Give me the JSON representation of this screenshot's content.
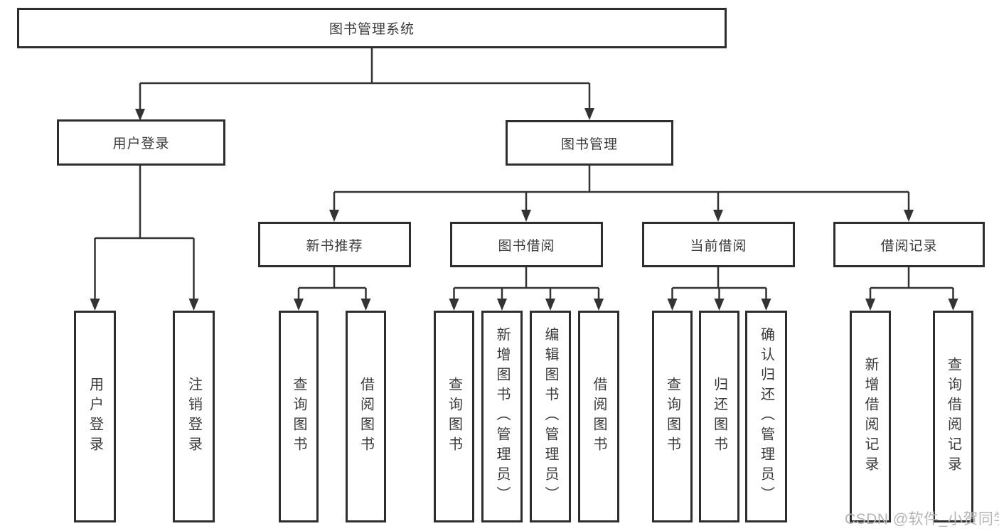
{
  "tree": {
    "label": "图书管理系统",
    "children": [
      {
        "label": "用户登录",
        "children": [
          {
            "label": "用户登录"
          },
          {
            "label": "注销登录"
          }
        ]
      },
      {
        "label": "图书管理",
        "children": [
          {
            "label": "新书推荐",
            "children": [
              {
                "label": "查询图书"
              },
              {
                "label": "借阅图书"
              }
            ]
          },
          {
            "label": "图书借阅",
            "children": [
              {
                "label": "查询图书"
              },
              {
                "label": "新增图书（管理员）"
              },
              {
                "label": "编辑图书（管理员）"
              },
              {
                "label": "借阅图书"
              }
            ]
          },
          {
            "label": "当前借阅",
            "children": [
              {
                "label": "查询图书"
              },
              {
                "label": "归还图书"
              },
              {
                "label": "确认归还（管理员）"
              }
            ]
          },
          {
            "label": "借阅记录",
            "children": [
              {
                "label": "新增借阅记录"
              },
              {
                "label": "查询借阅记录"
              }
            ]
          }
        ]
      }
    ]
  },
  "watermark": {
    "text": "CSDN @软件_小贺同学"
  },
  "colors": {
    "line": "#333333",
    "box_border": "#2e2e2e",
    "text": "#3a3a3a",
    "watermark": "#b5b5b5",
    "background": "#ffffff"
  }
}
